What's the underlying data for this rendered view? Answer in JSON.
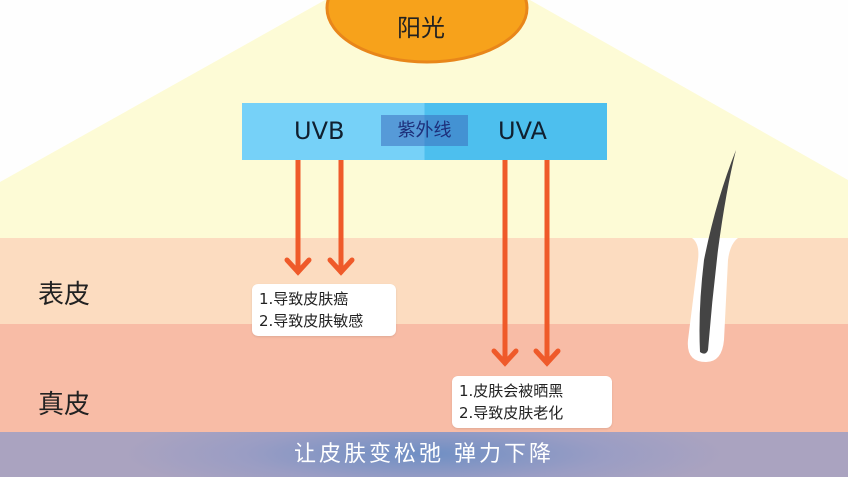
{
  "sun": {
    "label": "阳光"
  },
  "uv_bar": {
    "uvb": "UVB",
    "center": "紫外线",
    "uva": "UVA"
  },
  "layers": {
    "epidermis": "表皮",
    "dermis": "真皮"
  },
  "uvb_effects": [
    "1.导致皮肤癌",
    "2.导致皮肤敏感"
  ],
  "uva_effects": [
    "1.皮肤会被晒黑",
    "2.导致皮肤老化"
  ],
  "bottom_caption": "让皮肤变松弛 弹力下降",
  "colors": {
    "sun": "#f7a21b",
    "arrow": "#ef5a2a",
    "epidermis": "#fcdcc0",
    "dermis": "#f8bca6",
    "sunlight": "#fdfbd6"
  }
}
